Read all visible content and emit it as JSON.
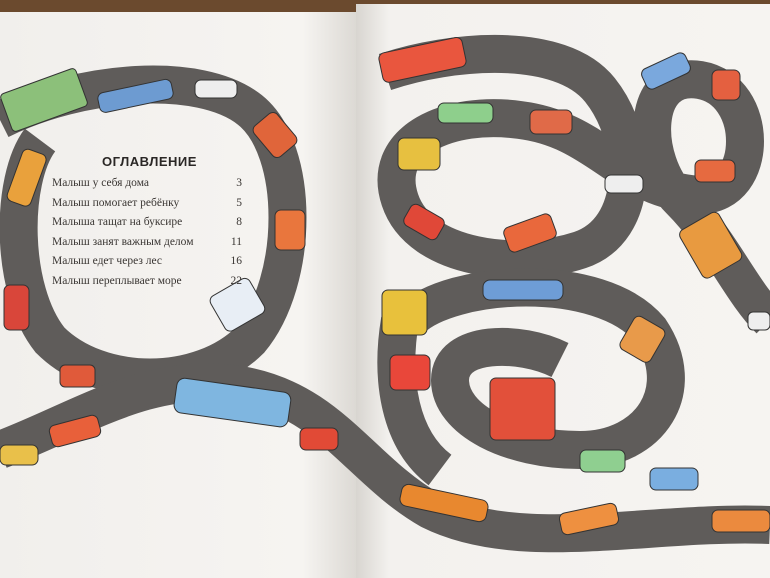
{
  "toc": {
    "title": "ОГЛАВЛЕНИЕ",
    "entries": [
      {
        "title": "Малыш у себя дома",
        "page": "3"
      },
      {
        "title": "Малыш помогает ребёнку",
        "page": "5"
      },
      {
        "title": "Малыша тащат на буксире",
        "page": "8"
      },
      {
        "title": "Малыш занят важным делом",
        "page": "11"
      },
      {
        "title": "Малыш едет через лес",
        "page": "16"
      },
      {
        "title": "Малыш переплывает море",
        "page": "22"
      }
    ]
  },
  "colors": {
    "road": "#5f5c5a",
    "page": "#f4f2ef",
    "table": "#6b4a2e"
  }
}
